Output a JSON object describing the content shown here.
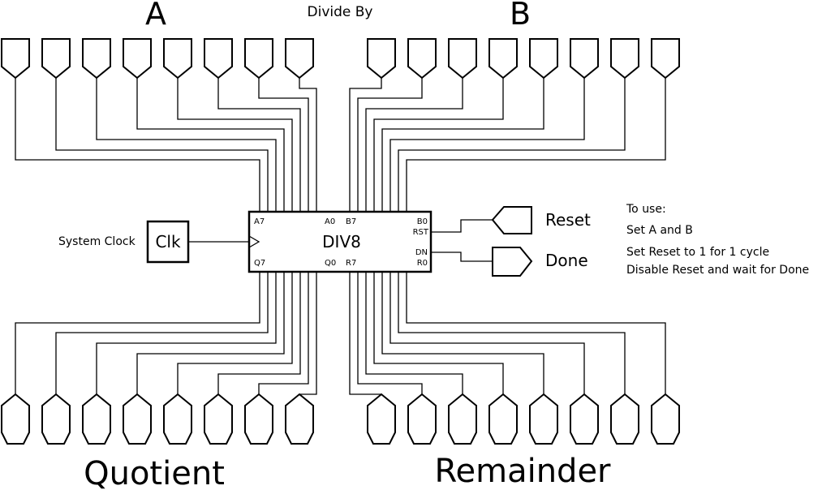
{
  "labels": {
    "input_a": "A",
    "input_b": "B",
    "divide_by": "Divide By",
    "quotient": "Quotient",
    "remainder": "Remainder",
    "system_clock": "System Clock",
    "clk": "Clk",
    "reset": "Reset",
    "done": "Done"
  },
  "chip": {
    "name": "DIV8",
    "pins": {
      "a7": "A7",
      "a0": "A0",
      "b7": "B7",
      "b0": "B0",
      "rst": "RST",
      "q7": "Q7",
      "q0": "Q0",
      "r7": "R7",
      "dn": "DN",
      "r0": "R0"
    }
  },
  "instructions": {
    "heading": "To use:",
    "step1": "Set A and B",
    "step2": "Set Reset to 1 for 1 cycle",
    "step3": "Disable Reset and wait for Done"
  }
}
